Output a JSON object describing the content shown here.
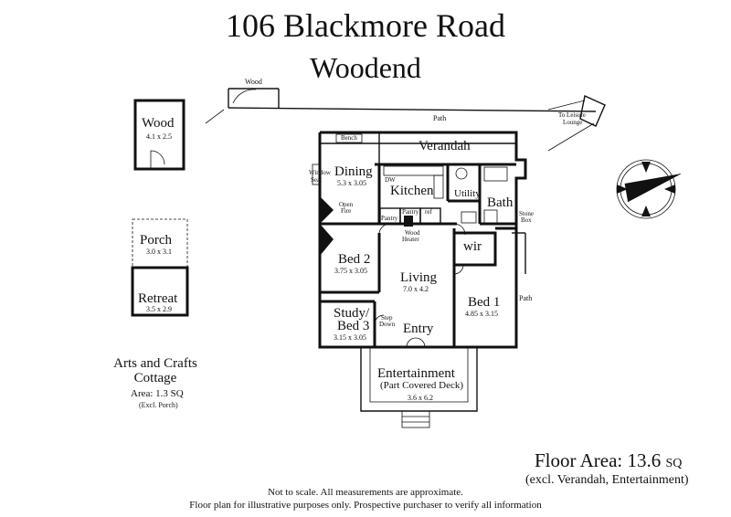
{
  "title": {
    "line1": "106 Blackmore Road",
    "line2": "Woodend"
  },
  "compass": {
    "icon": "north-arrow-icon"
  },
  "outbuildings": {
    "wood_top_label": "Wood",
    "wood_shed": {
      "name": "Wood",
      "dims": "4.1 x 2.5"
    },
    "porch": {
      "name": "Porch",
      "dims": "3.0 x 3.1"
    },
    "retreat": {
      "name": "Retreat",
      "dims": "3.5 x 2.9"
    },
    "cottage": {
      "line1": "Arts and Crafts",
      "line2": "Cottage",
      "area": "Area: 1.3 SQ",
      "excl": "(Excl. Porch)"
    }
  },
  "house": {
    "path_top": "Path",
    "path_side": "Path",
    "leisure": {
      "line1": "To Leisure",
      "line2": "Lounge"
    },
    "verandah": "Verandah",
    "bench": "Bench",
    "window_seat": {
      "line1": "Window",
      "line2": "Seat"
    },
    "dining": {
      "name": "Dining",
      "dims": "5.3 x 3.05"
    },
    "dw": "DW",
    "kitchen": "Kitchen",
    "utility": "Utility",
    "bath": "Bath",
    "open_fire": {
      "line1": "Open",
      "line2": "Fire"
    },
    "pantry1": "Pantry",
    "pantry2": "Pantry",
    "ref": "ref",
    "wood_heater": {
      "line1": "Wood",
      "line2": "Heater"
    },
    "stone_box": {
      "line1": "Stone",
      "line2": "Box"
    },
    "wir": "wir",
    "bed2": {
      "name": "Bed 2",
      "dims": "3.75 x 3.05"
    },
    "living": {
      "name": "Living",
      "dims": "7.0 x 4.2"
    },
    "bed1": {
      "name": "Bed 1",
      "dims": "4.85 x 3.15"
    },
    "study": {
      "line1": "Study/",
      "line2": "Bed 3",
      "dims": "3.15 x 3.05"
    },
    "step_down": {
      "line1": "Step",
      "line2": "Down"
    },
    "entry": "Entry",
    "entertainment": {
      "name": "Entertainment",
      "sub": "(Part Covered Deck)",
      "dims": "3.6 x 6.2"
    }
  },
  "floor_area": {
    "label": "Floor Area: 13.6",
    "unit": "SQ",
    "excl": "(excl. Verandah, Entertainment)"
  },
  "disclaimer": {
    "line1": "Not to scale. All measurements are approximate.",
    "line2": "Floor plan for illustrative purposes only. Prospective purchaser to verify all information"
  }
}
